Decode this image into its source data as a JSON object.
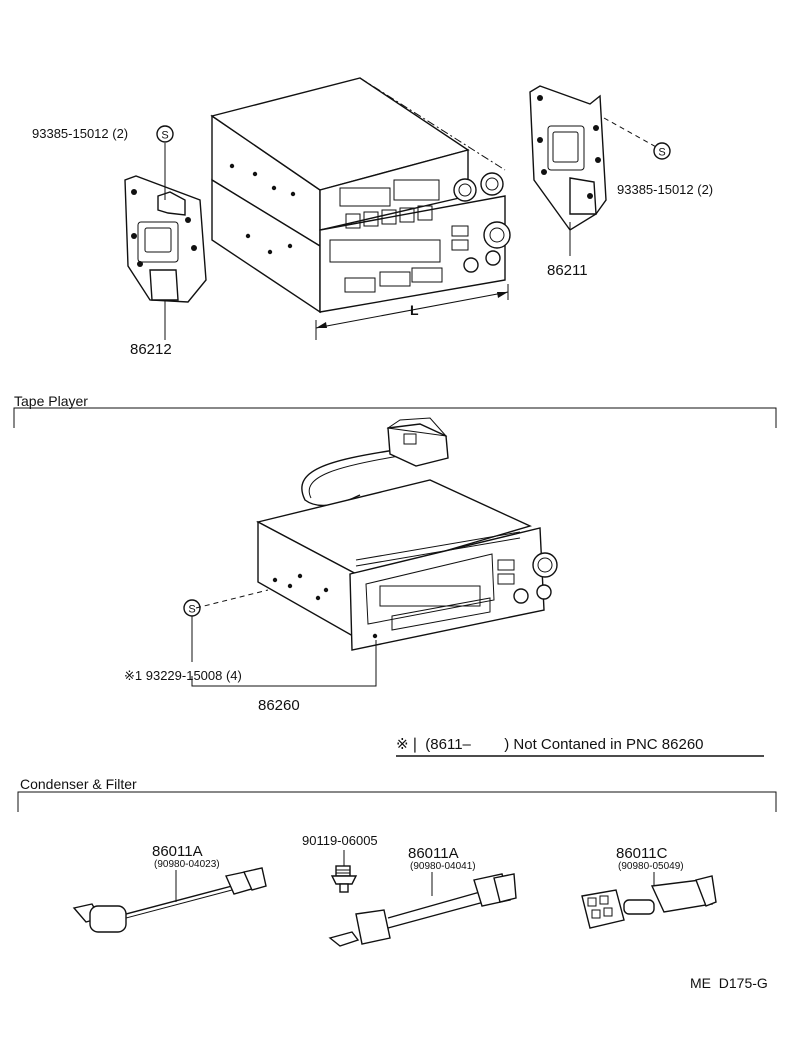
{
  "top_assembly": {
    "left_bolt": "93385-15012 (2)",
    "left_bracket": "86212",
    "right_bolt": "93385-15012 (2)",
    "right_bracket": "86211",
    "dimension_label": "L",
    "screw_symbol": "S"
  },
  "tape_player": {
    "section_title": "Tape Player",
    "screw": "※1 93229-15008 (4)",
    "part": "86260",
    "screw_symbol": "S",
    "footnote": "※❘ (8611–        ) Not Contaned in PNC 86260"
  },
  "condenser_filter": {
    "section_title": "Condenser & Filter",
    "item1_part": "86011A",
    "item1_sub": "(90980-04023)",
    "screw_part": "90119-06005",
    "item2_part": "86011A",
    "item2_sub": "(90980-04041)",
    "item3_part": "86011C",
    "item3_sub": "(90980-05049)"
  },
  "page_code": "ME  D175-G"
}
